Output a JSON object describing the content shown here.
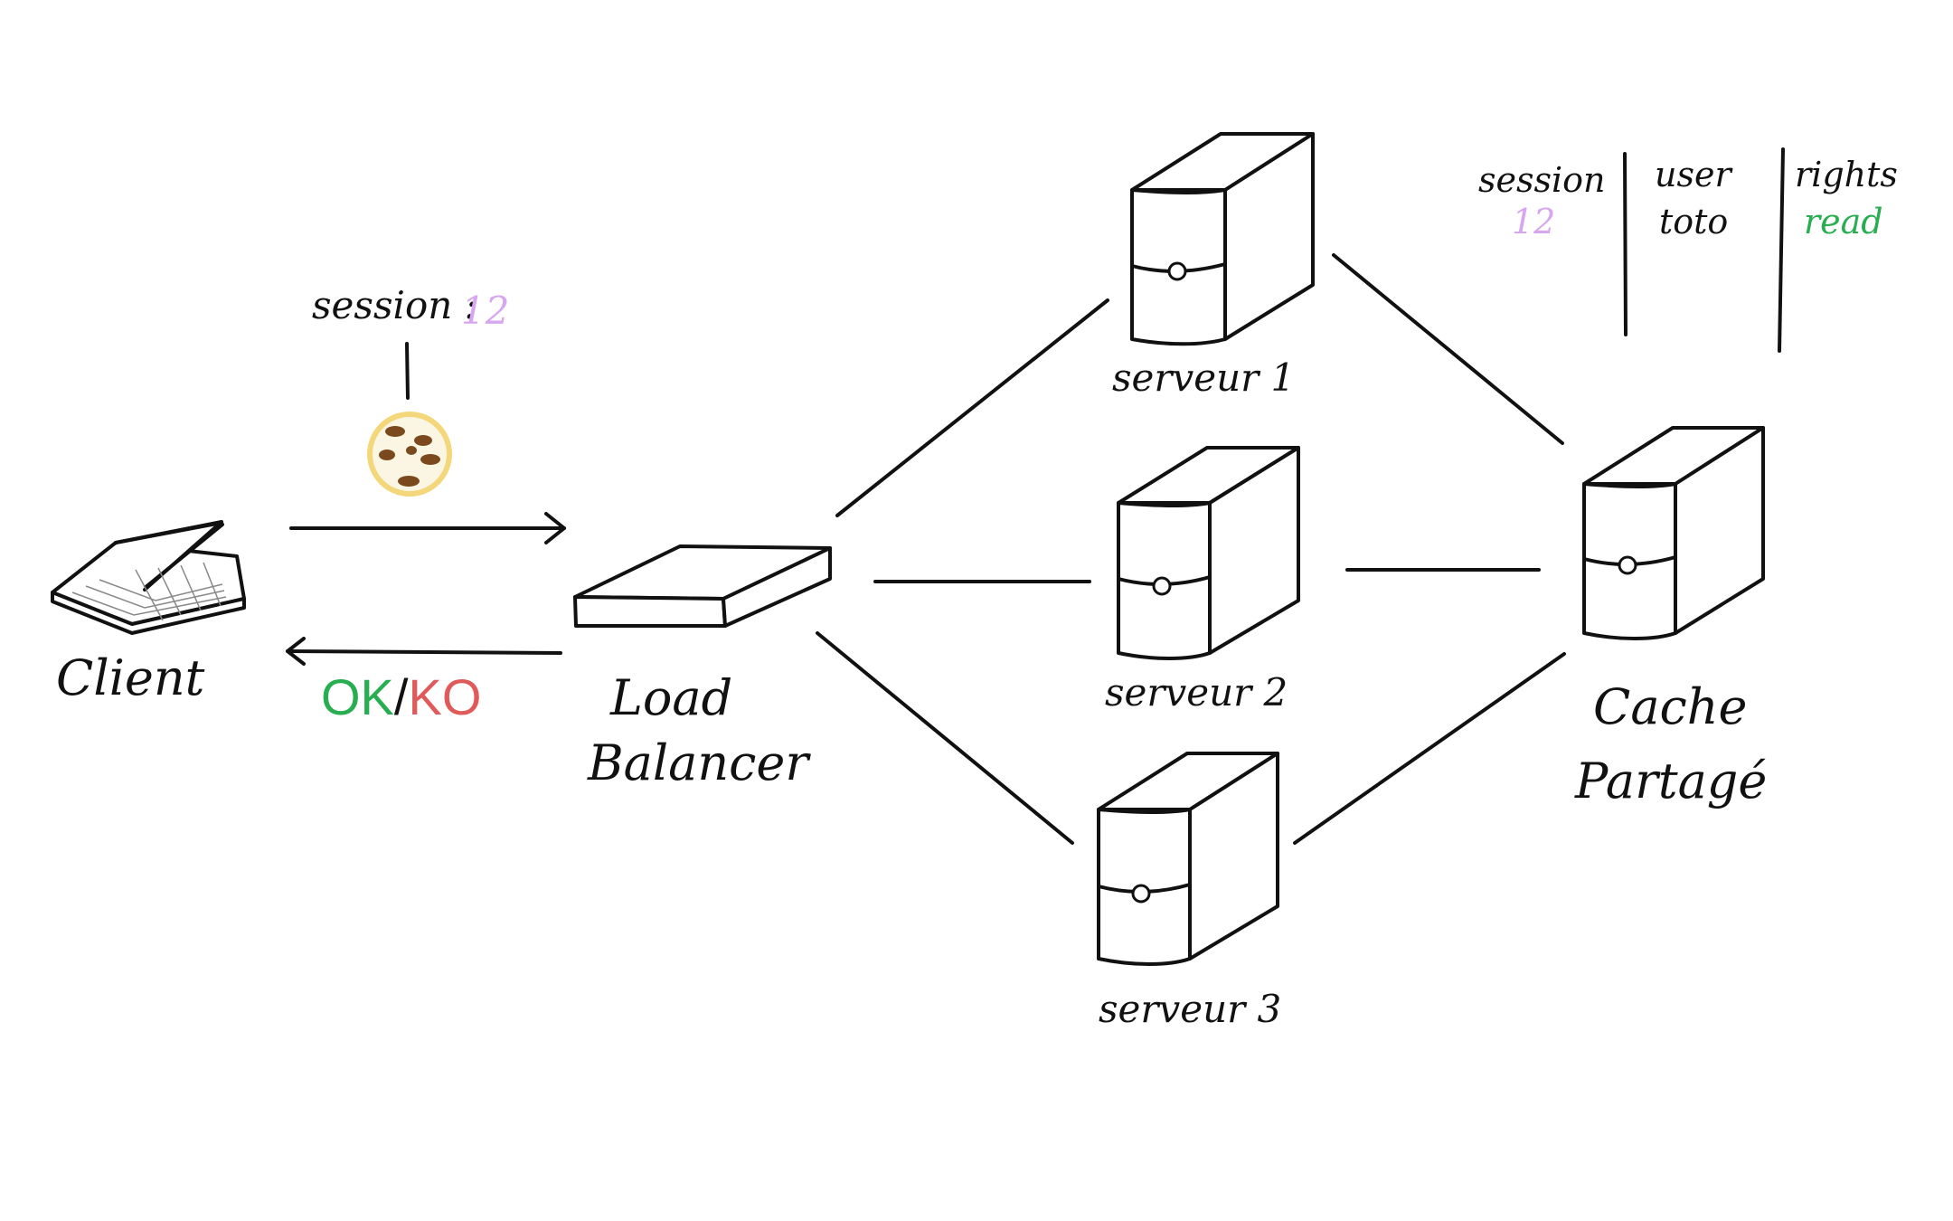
{
  "diagram": {
    "client": {
      "label": "Client"
    },
    "cookie": {
      "key": "session :",
      "value": "12"
    },
    "response": {
      "ok": "OK",
      "separator": "/",
      "ko": "KO"
    },
    "load_balancer": {
      "line1": "Load",
      "line2": "Balancer"
    },
    "servers": [
      {
        "label": "serveur 1"
      },
      {
        "label": "serveur 2"
      },
      {
        "label": "serveur 3"
      }
    ],
    "cache": {
      "line1": "Cache",
      "line2": "Partagé"
    },
    "cache_table": {
      "columns": [
        {
          "header": "session",
          "value": "12"
        },
        {
          "header": "user",
          "value": "toto"
        },
        {
          "header": "rights",
          "value": "read"
        }
      ]
    },
    "colors": {
      "ink": "#111111",
      "session_value": "#d6a6f0",
      "ok": "#27ae50",
      "ko": "#e05a5a",
      "rights_value": "#27ae50",
      "cookie_fill": "#f3d77a",
      "cookie_chips": "#7a4a1e"
    }
  }
}
